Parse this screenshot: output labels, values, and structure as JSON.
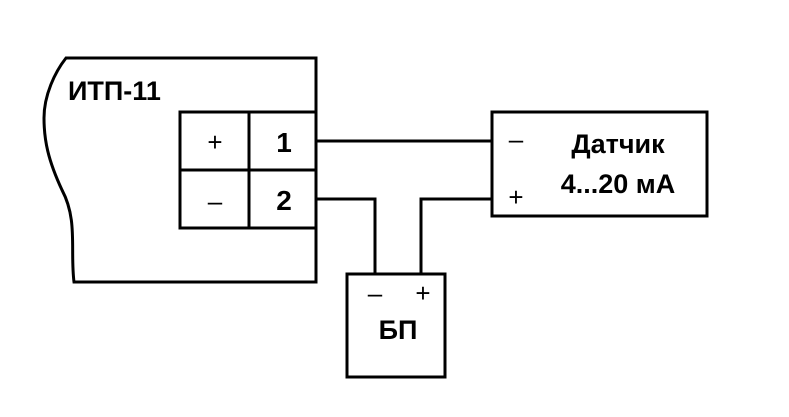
{
  "device": {
    "name": "ИТП-11",
    "terminals": [
      {
        "polarity": "+",
        "number": "1"
      },
      {
        "polarity": "–",
        "number": "2"
      }
    ]
  },
  "sensor": {
    "name": "Датчик",
    "range": "4...20 мА",
    "minus": "–",
    "plus": "+"
  },
  "power_supply": {
    "name": "БП",
    "minus": "–",
    "plus": "+"
  }
}
